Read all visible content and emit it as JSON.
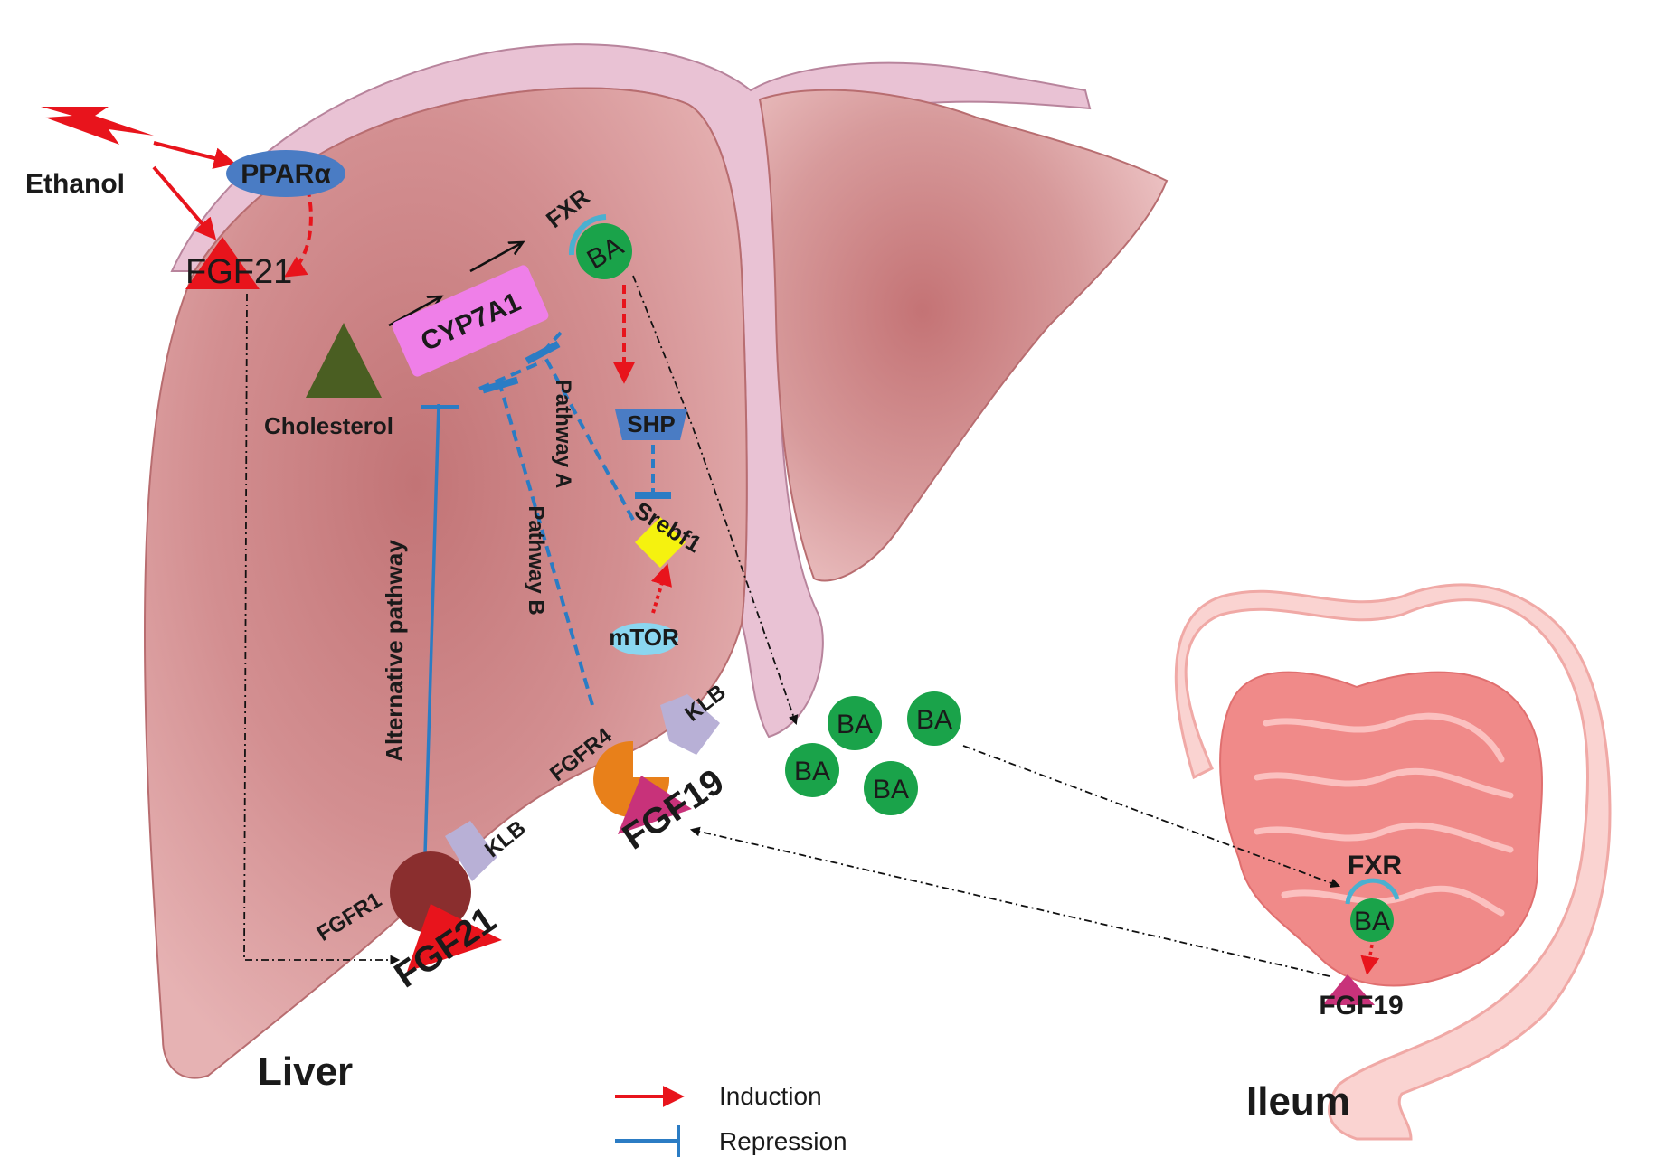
{
  "labels": {
    "ethanol": "Ethanol",
    "ppara": "PPARα",
    "fgf21_top": "FGF21",
    "cholesterol": "Cholesterol",
    "cyp7a1": "CYP7A1",
    "fxr_liver": "FXR",
    "ba_liver": "BA",
    "shp": "SHP",
    "srebf1": "Srebf1",
    "mtor": "mTOR",
    "pathway_a": "Pathway A",
    "pathway_b": "Pathway B",
    "alternative_pathway": "Alternative pathway",
    "fgfr4": "FGFR4",
    "klb_fgfr4": "KLB",
    "fgf19_liver": "FGF19",
    "fgfr1": "FGFR1",
    "klb_fgfr1": "KLB",
    "fgf21_bottom": "FGF21",
    "ba_1": "BA",
    "ba_2": "BA",
    "ba_3": "BA",
    "ba_4": "BA",
    "fxr_ileum": "FXR",
    "ba_ileum": "BA",
    "fgf19_ileum": "FGF19",
    "liver": "Liver",
    "ileum": "Ileum"
  },
  "legend": {
    "induction": "Induction",
    "repression": "Repression"
  },
  "colors": {
    "induction": "#e8141c",
    "repression": "#2b7cc4",
    "liver": "#c9787a",
    "ba": "#1aa34a",
    "cyp7a1": "#ef7fe8",
    "fgf21": "#e8141c",
    "fgf19": "#c8327a",
    "cholesterol": "#4a5e22"
  }
}
